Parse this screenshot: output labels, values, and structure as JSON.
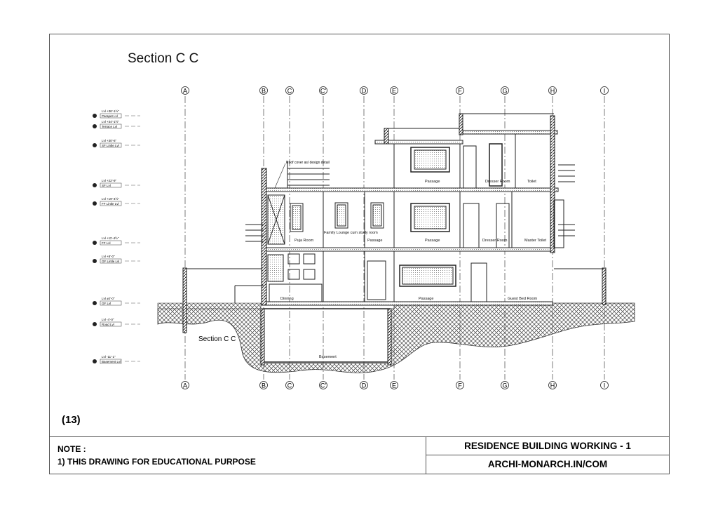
{
  "drawing": {
    "title": "Section C C",
    "section_label": "Section C C",
    "sheet_number": "(13)",
    "grid_labels": [
      "A",
      "B",
      "C",
      "C'",
      "D",
      "E",
      "F",
      "G",
      "H",
      "I"
    ],
    "levels": [
      {
        "value": "Lvl +36'-1½\"",
        "name": "Parapet Lvl"
      },
      {
        "value": "Lvl +34'-1½\"",
        "name": "Terrace Lvl"
      },
      {
        "value": "Lvl +30'-6\"",
        "name": "SF Lintle Lvl"
      },
      {
        "value": "Lvl +22'-9\"",
        "name": "SF Lvl"
      },
      {
        "value": "Lvl +19'-4½\"",
        "name": "FF Lintle Lvl"
      },
      {
        "value": "Lvl +11'-4½\"",
        "name": "FF Lvl"
      },
      {
        "value": "Lvl +8'-0\"",
        "name": "GF Lintle Lvl"
      },
      {
        "value": "Lvl ±0'-0\"",
        "name": "GF Lvl"
      },
      {
        "value": "Lvl -4'-0\"",
        "name": "Road Lvl"
      },
      {
        "value": "Lvl -11'-1\"",
        "name": "Basement Lvl"
      }
    ],
    "rooms": {
      "sf_passage": "Passage",
      "sf_dresser": "Dresser Room",
      "sf_toilet": "Toilet",
      "puja": "Puja Room",
      "lounge": "Family Lounge cum study room",
      "ff_passage1": "Passage",
      "ff_passage2": "Passage",
      "ff_dresser": "Dresser Room",
      "master_toilet": "Master Toilet",
      "dinning": "Dinning",
      "gf_passage": "Passage",
      "guest": "Guest Bed Room",
      "basement": "Basement"
    },
    "annotation": "Roof cover as/ design detail"
  },
  "title_block": {
    "note_heading": "NOTE :",
    "note_text": "1) THIS DRAWING FOR EDUCATIONAL PURPOSE",
    "project": "RESIDENCE BUILDING WORKING - 1",
    "website": "ARCHI-MONARCH.IN/COM"
  }
}
